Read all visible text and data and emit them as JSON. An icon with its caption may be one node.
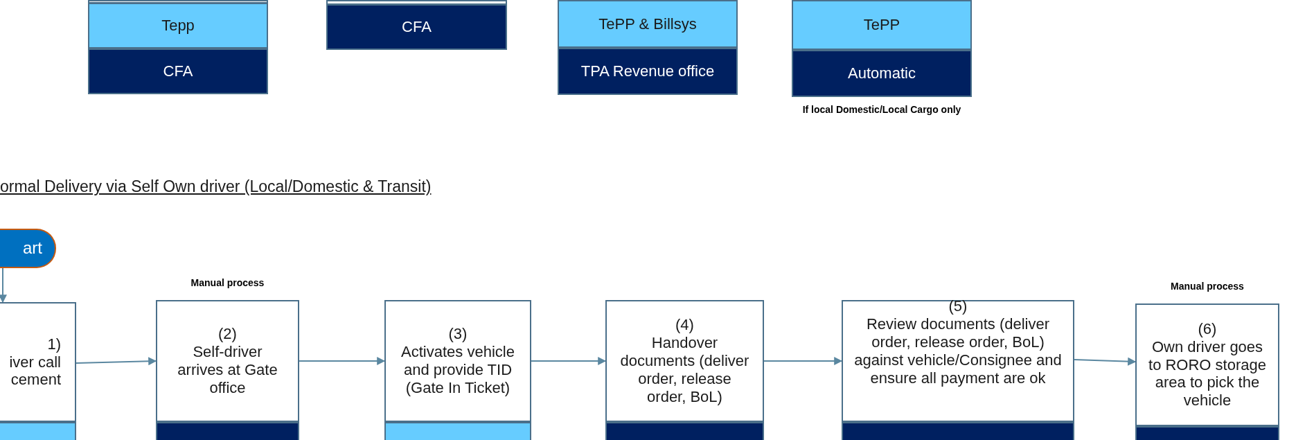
{
  "diagram": {
    "title": "ormal Delivery via Self Own driver (Local/Domestic & Transit)",
    "nodes": [
      {
        "text": [],
        "shape": "box"
      },
      {
        "text": [
          "Tepp"
        ]
      },
      {
        "text": [
          "CFA"
        ]
      },
      {
        "text": [],
        "shape": "box"
      },
      {
        "text": [
          "CFA"
        ]
      },
      {
        "text": [
          "TePP & Billsys"
        ]
      },
      {
        "text": [
          "TPA Revenue office"
        ]
      },
      {
        "text": [
          "TePP"
        ]
      },
      {
        "text": [
          "Automatic"
        ],
        "beside": [
          "If local Domestic/Local Cargo only"
        ]
      },
      {
        "text": [
          "art"
        ]
      },
      {
        "text": [
          "1)",
          "iver call cement"
        ]
      },
      {
        "text": [
          "(2)",
          "Self-driver arrives at Gate office"
        ],
        "beside": [
          "Manual process"
        ]
      },
      {
        "text": [
          "(3)",
          "Activates vehicle and provide TID (Gate In Ticket)"
        ]
      },
      {
        "text": [
          "(4)",
          "Handover documents (deliver order, release order, BoL)"
        ]
      },
      {
        "text": [
          "(5)",
          "Review documents (deliver order, release order, BoL) against vehicle/Consignee and ensure all payment are ok"
        ]
      },
      {
        "text": [
          "(6)",
          "Own driver goes to RORO storage area to pick the vehicle"
        ],
        "beside": [
          "Manual process"
        ]
      },
      {
        "text": [],
        "shape": "bar"
      },
      {
        "text": [],
        "shape": "bar"
      },
      {
        "text": [],
        "shape": "bar"
      },
      {
        "text": [],
        "shape": "bar"
      },
      {
        "text": [],
        "shape": "bar"
      },
      {
        "text": [],
        "shape": "bar"
      }
    ],
    "edges": [
      {
        "from": 9,
        "to": 10,
        "arrow": "to"
      },
      {
        "from": 10,
        "to": 11,
        "arrow": "to"
      },
      {
        "from": 11,
        "to": 12,
        "arrow": "to"
      },
      {
        "from": 12,
        "to": 13,
        "arrow": "to"
      },
      {
        "from": 13,
        "to": 14,
        "arrow": "to"
      },
      {
        "from": 14,
        "to": 15,
        "arrow": "to"
      }
    ]
  }
}
